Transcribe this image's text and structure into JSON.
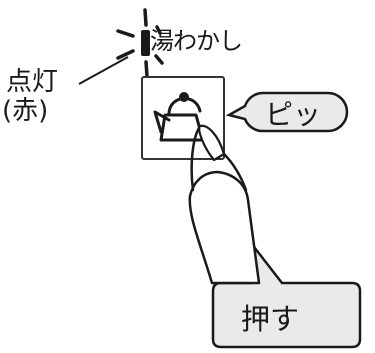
{
  "indicator": {
    "label": "湯わかし",
    "state_label": "点灯",
    "state_color_label": "(赤)"
  },
  "button": {
    "icon": "kettle-icon"
  },
  "callouts": {
    "beep": "ピッ",
    "press": "押す"
  },
  "colors": {
    "line": "#1a1a1a",
    "lamp": "#1a1a1a",
    "callout_fill": "#eaeaea",
    "button_border": "#333333"
  }
}
